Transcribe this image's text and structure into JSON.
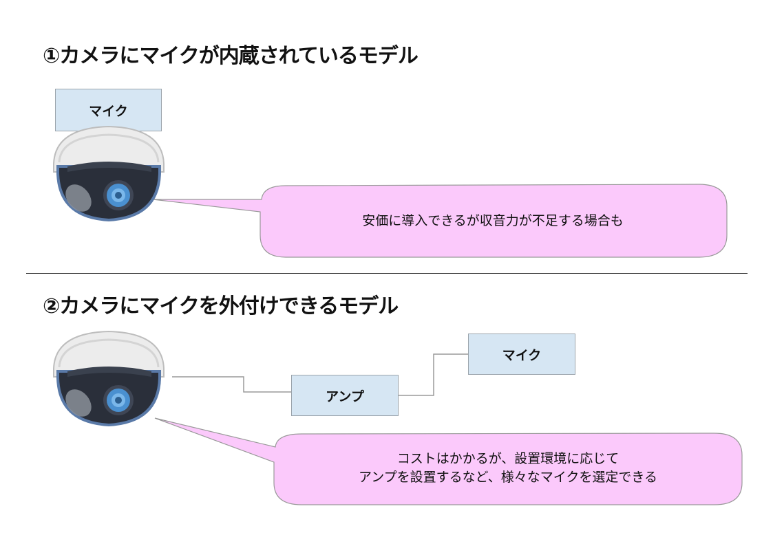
{
  "section1": {
    "heading": "①カメラにマイクが内蔵されているモデル",
    "mic_label": "マイク",
    "note": "安価に導入できるが収音力が不足する場合も"
  },
  "section2": {
    "heading": "②カメラにマイクを外付けできるモデル",
    "amp_label": "アンプ",
    "mic_label": "マイク",
    "note_lines": [
      "コストはかかるが、設置環境に応じて",
      "アンプを設置するなど、様々なマイクを選定できる"
    ]
  },
  "colors": {
    "bubble_fill": "#fbc9fb",
    "bubble_stroke": "#999999",
    "box_fill": "#d6e6f3",
    "box_stroke": "#9aa3ab",
    "connector": "#9a9a9a",
    "camera_housing": "#e9e9e9",
    "camera_dome": "#2a2f3a",
    "camera_rim": "#5a7aa8",
    "lens": "#4a90d0"
  },
  "icons": [
    "dome-camera-icon",
    "dome-camera-icon"
  ]
}
